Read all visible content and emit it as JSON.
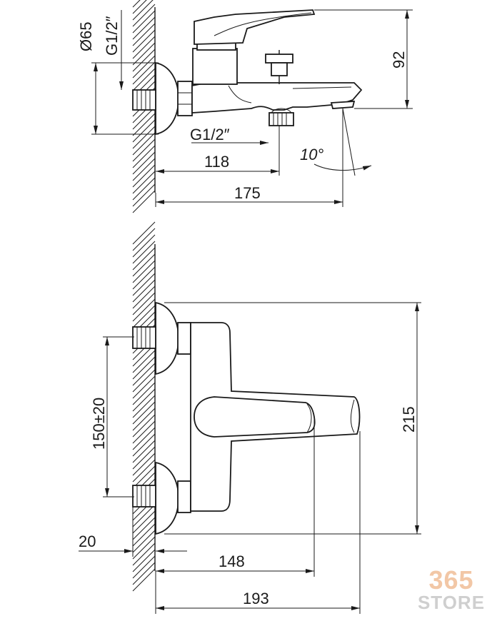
{
  "dimensions": {
    "top_diameter": "Ø65",
    "top_thread_inlet": "G1/2″",
    "top_height": "92",
    "top_thread_outlet": "G1/2″",
    "top_angle": "10°",
    "top_width_handle": "118",
    "top_width_total": "175",
    "front_center_distance": "150±20",
    "front_height": "215",
    "front_wall_offset": "20",
    "front_width_spout": "148",
    "front_width_total": "193"
  },
  "watermark": {
    "number": "365",
    "word": "STORE"
  },
  "colors": {
    "line": "#1a1a1a",
    "watermark_number": "#f2c7a6",
    "watermark_word": "#cfcfcf"
  }
}
